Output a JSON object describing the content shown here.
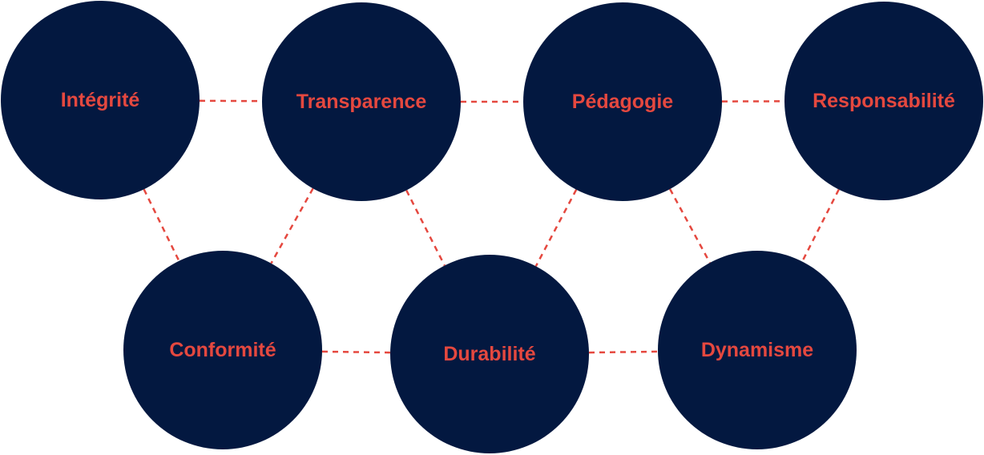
{
  "colors": {
    "circle_fill": "#031840",
    "label_text": "#e5483f",
    "connector": "#e5483f",
    "background": "#ffffff"
  },
  "nodes": [
    {
      "id": "integrite",
      "label": "Intégrité"
    },
    {
      "id": "transparence",
      "label": "Transparence"
    },
    {
      "id": "pedagogie",
      "label": "Pédagogie"
    },
    {
      "id": "responsabilite",
      "label": "Responsabilité"
    },
    {
      "id": "conformite",
      "label": "Conformité"
    },
    {
      "id": "durabilite",
      "label": "Durabilité"
    },
    {
      "id": "dynamisme",
      "label": "Dynamisme"
    }
  ],
  "edges": [
    {
      "from": "integrite",
      "to": "transparence"
    },
    {
      "from": "transparence",
      "to": "pedagogie"
    },
    {
      "from": "pedagogie",
      "to": "responsabilite"
    },
    {
      "from": "conformite",
      "to": "durabilite"
    },
    {
      "from": "durabilite",
      "to": "dynamisme"
    },
    {
      "from": "integrite",
      "to": "conformite"
    },
    {
      "from": "transparence",
      "to": "conformite"
    },
    {
      "from": "transparence",
      "to": "durabilite"
    },
    {
      "from": "pedagogie",
      "to": "durabilite"
    },
    {
      "from": "pedagogie",
      "to": "dynamisme"
    },
    {
      "from": "responsabilite",
      "to": "dynamisme"
    }
  ]
}
